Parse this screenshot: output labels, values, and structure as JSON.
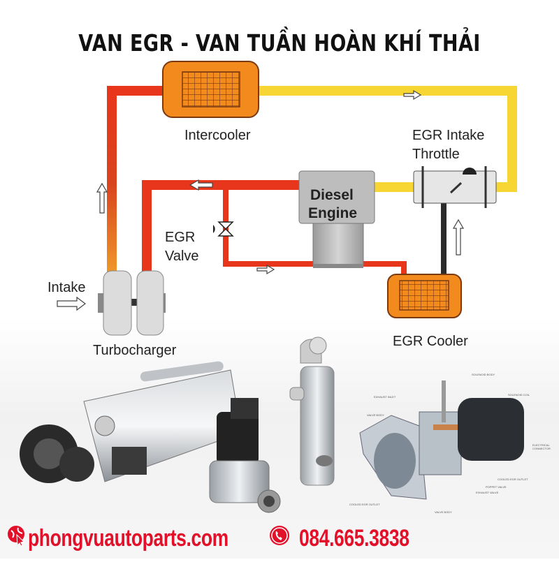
{
  "title": "VAN EGR - VAN TUẦN HOÀN KHÍ THẢI",
  "labels": {
    "intercooler": "Intercooler",
    "egr_intake_throttle_1": "EGR Intake",
    "egr_intake_throttle_2": "Throttle",
    "diesel_engine_1": "Diesel",
    "diesel_engine_2": "Engine",
    "egr_valve_1": "EGR",
    "egr_valve_2": "Valve",
    "intake": "Intake",
    "turbocharger": "Turbocharger",
    "egr_cooler": "EGR Cooler"
  },
  "cutaway_labels": [
    "SOLENOID BODY",
    "SOLENOID COIL",
    "EXHAUST INLET",
    "VALVE BODY",
    "ELECTRICAL CONNECTOR",
    "COOLED EGR OUTLET",
    "POPPET VALVE",
    "EXHAUST VALVE",
    "COOLED EGR OUTLET",
    "VALVE BODY"
  ],
  "footer": {
    "website": "phongvuautoparts.com",
    "phone": "084.665.3838"
  },
  "colors": {
    "hot_pipe": "#e8361c",
    "warm_pipe": "#f07a1f",
    "cool_pipe": "#f7d532",
    "cooler": "#f28a1e",
    "brand_red": "#e3102a"
  }
}
